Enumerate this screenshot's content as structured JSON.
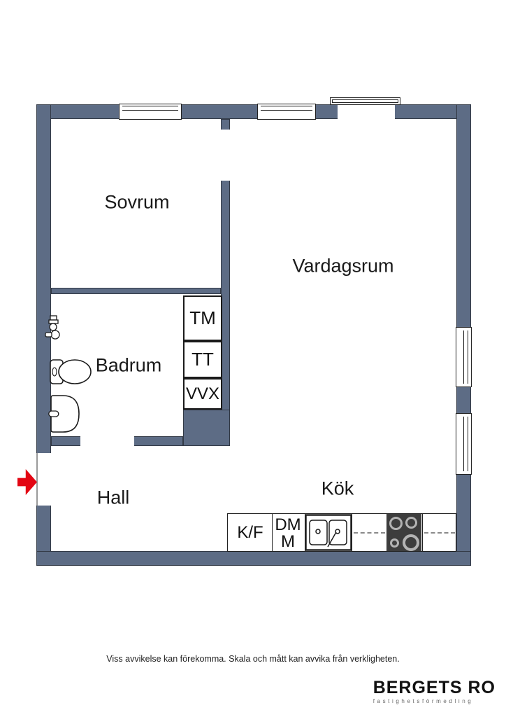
{
  "plan": {
    "rooms": {
      "sovrum": "Sovrum",
      "vardagsrum": "Vardagsrum",
      "badrum": "Badrum",
      "hall": "Hall",
      "kok": "Kök"
    },
    "closets": {
      "tm": "TM",
      "tt": "TT",
      "vvx": "VVX"
    },
    "kitchen_units": {
      "kf": "K/F",
      "dm_line1": "DM",
      "dm_line2": "M"
    }
  },
  "colors": {
    "wall": "#5d6c85",
    "wall_outline": "#333a46",
    "arrow_red": "#e30613",
    "stove": "#3d3d3d",
    "burner_ring": "#b3b3b3",
    "dash": "#8a8a8a"
  },
  "footer": {
    "disclaimer": "Viss avvikelse kan förekomma. Skala och mått kan avvika från verkligheten."
  },
  "brand": {
    "name": "BERGETS RO",
    "tagline": "fastighetsförmedling"
  }
}
